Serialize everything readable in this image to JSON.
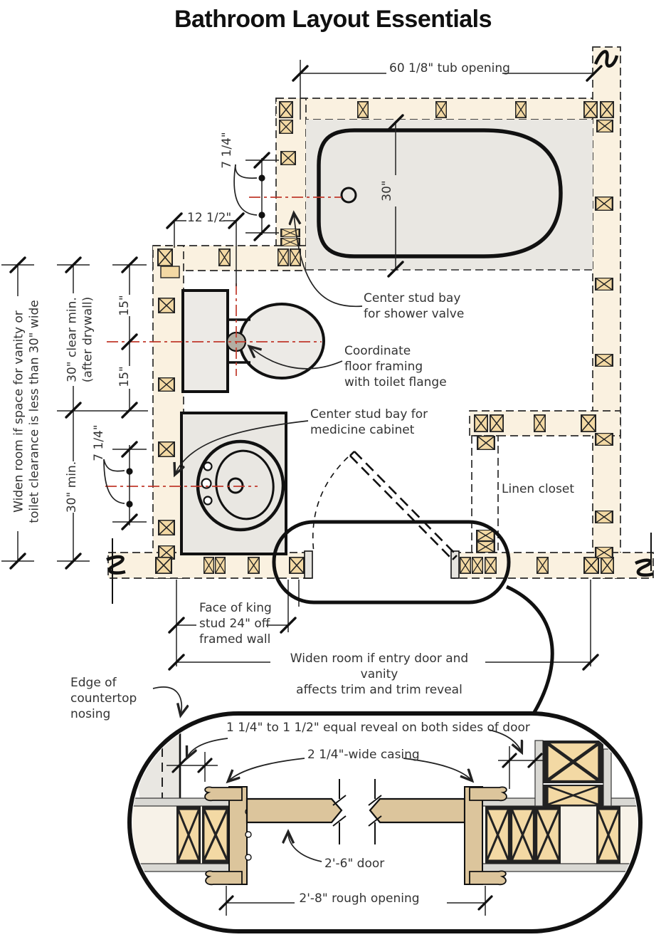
{
  "title": "Bathroom Layout Essentials",
  "colors": {
    "wall_fill": "#faf1e0",
    "stud_fill": "#f3d9a4",
    "fixture_fill": "#e9e7e2",
    "wood_fill": "#dcc59c",
    "drywall_fill": "#d9d8d3",
    "centerline_red": "#c0392b",
    "line_black": "#222222"
  },
  "plan": {
    "dimensions": {
      "tub_opening": "60 1/8\" tub opening",
      "tub_width": "30\"",
      "shower_valve_offset": "7 1/4\"",
      "stud_bay_offset": "12 1/2\"",
      "toilet_side_left": "15\"",
      "toilet_side_right": "15\"",
      "toilet_clearance": "30\" clear min.\n(after drywall)",
      "vanity_clearance": "30\" min.",
      "sink_offset": "7 1/4\"",
      "king_stud": "Face of king\nstud 24\" off\nframed wall",
      "widen_entry": "Widen room if entry door and vanity\naffects trim and trim reveal",
      "widen_side": "Widen room if space for vanity or\ntoilet clearance is less than 30\" wide"
    },
    "callouts": {
      "shower_valve": "Center stud bay\nfor shower valve",
      "toilet_flange": "Coordinate\nfloor framing\nwith toilet flange",
      "medicine_cabinet": "Center stud bay for\nmedicine cabinet"
    },
    "rooms": {
      "linen_closet": "Linen closet"
    }
  },
  "detail": {
    "countertop_edge": "Edge of\ncountertop\nnosing",
    "reveal": "1 1/4\" to 1 1/2\" equal reveal on both sides of door",
    "casing": "2 1/4\"-wide casing",
    "door": "2'-6\" door",
    "rough_opening": "2'-8\" rough opening"
  }
}
